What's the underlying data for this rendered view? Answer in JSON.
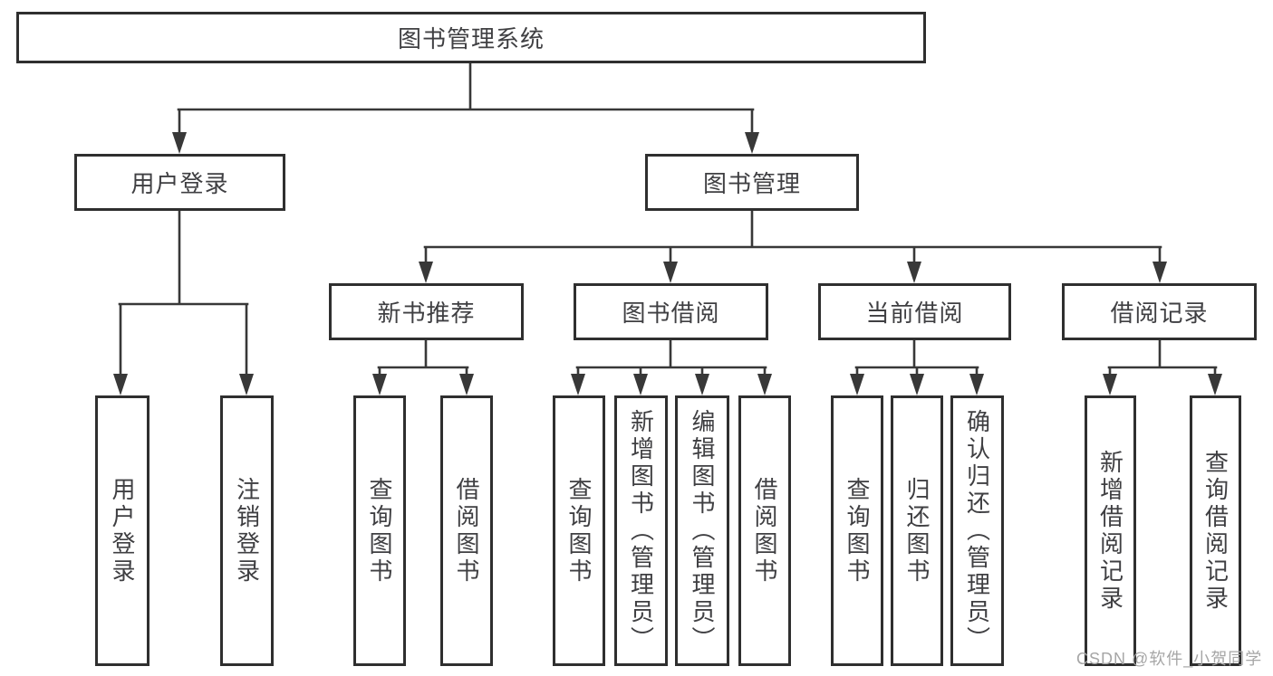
{
  "diagram_title": "图书管理系统",
  "nodes": {
    "root": {
      "label": "图书管理系统"
    },
    "level2": [
      {
        "label": "用户登录"
      },
      {
        "label": "图书管理"
      }
    ],
    "level3": [
      {
        "label": "新书推荐",
        "parent": "图书管理"
      },
      {
        "label": "图书借阅",
        "parent": "图书管理"
      },
      {
        "label": "当前借阅",
        "parent": "图书管理"
      },
      {
        "label": "借阅记录",
        "parent": "图书管理"
      }
    ],
    "leaves": [
      {
        "label": "用户登录",
        "parent": "用户登录"
      },
      {
        "label": "注销登录",
        "parent": "用户登录"
      },
      {
        "label": "查询图书",
        "parent": "新书推荐"
      },
      {
        "label": "借阅图书",
        "parent": "新书推荐"
      },
      {
        "label": "查询图书",
        "parent": "图书借阅"
      },
      {
        "label": "新增图书（管理员）",
        "parent": "图书借阅"
      },
      {
        "label": "编辑图书（管理员）",
        "parent": "图书借阅"
      },
      {
        "label": "借阅图书",
        "parent": "图书借阅"
      },
      {
        "label": "查询图书",
        "parent": "当前借阅"
      },
      {
        "label": "归还图书",
        "parent": "当前借阅"
      },
      {
        "label": "确认归还（管理员）",
        "parent": "当前借阅"
      },
      {
        "label": "新增借阅记录",
        "parent": "借阅记录"
      },
      {
        "label": "查询借阅记录",
        "parent": "借阅记录"
      }
    ]
  },
  "watermark": "CSDN @软件_小贺同学",
  "colors": {
    "line": "#383838",
    "border": "#2f2f2f",
    "text": "#3f3f42",
    "watermark": "#a6a6a6",
    "background": "#ffffff"
  }
}
